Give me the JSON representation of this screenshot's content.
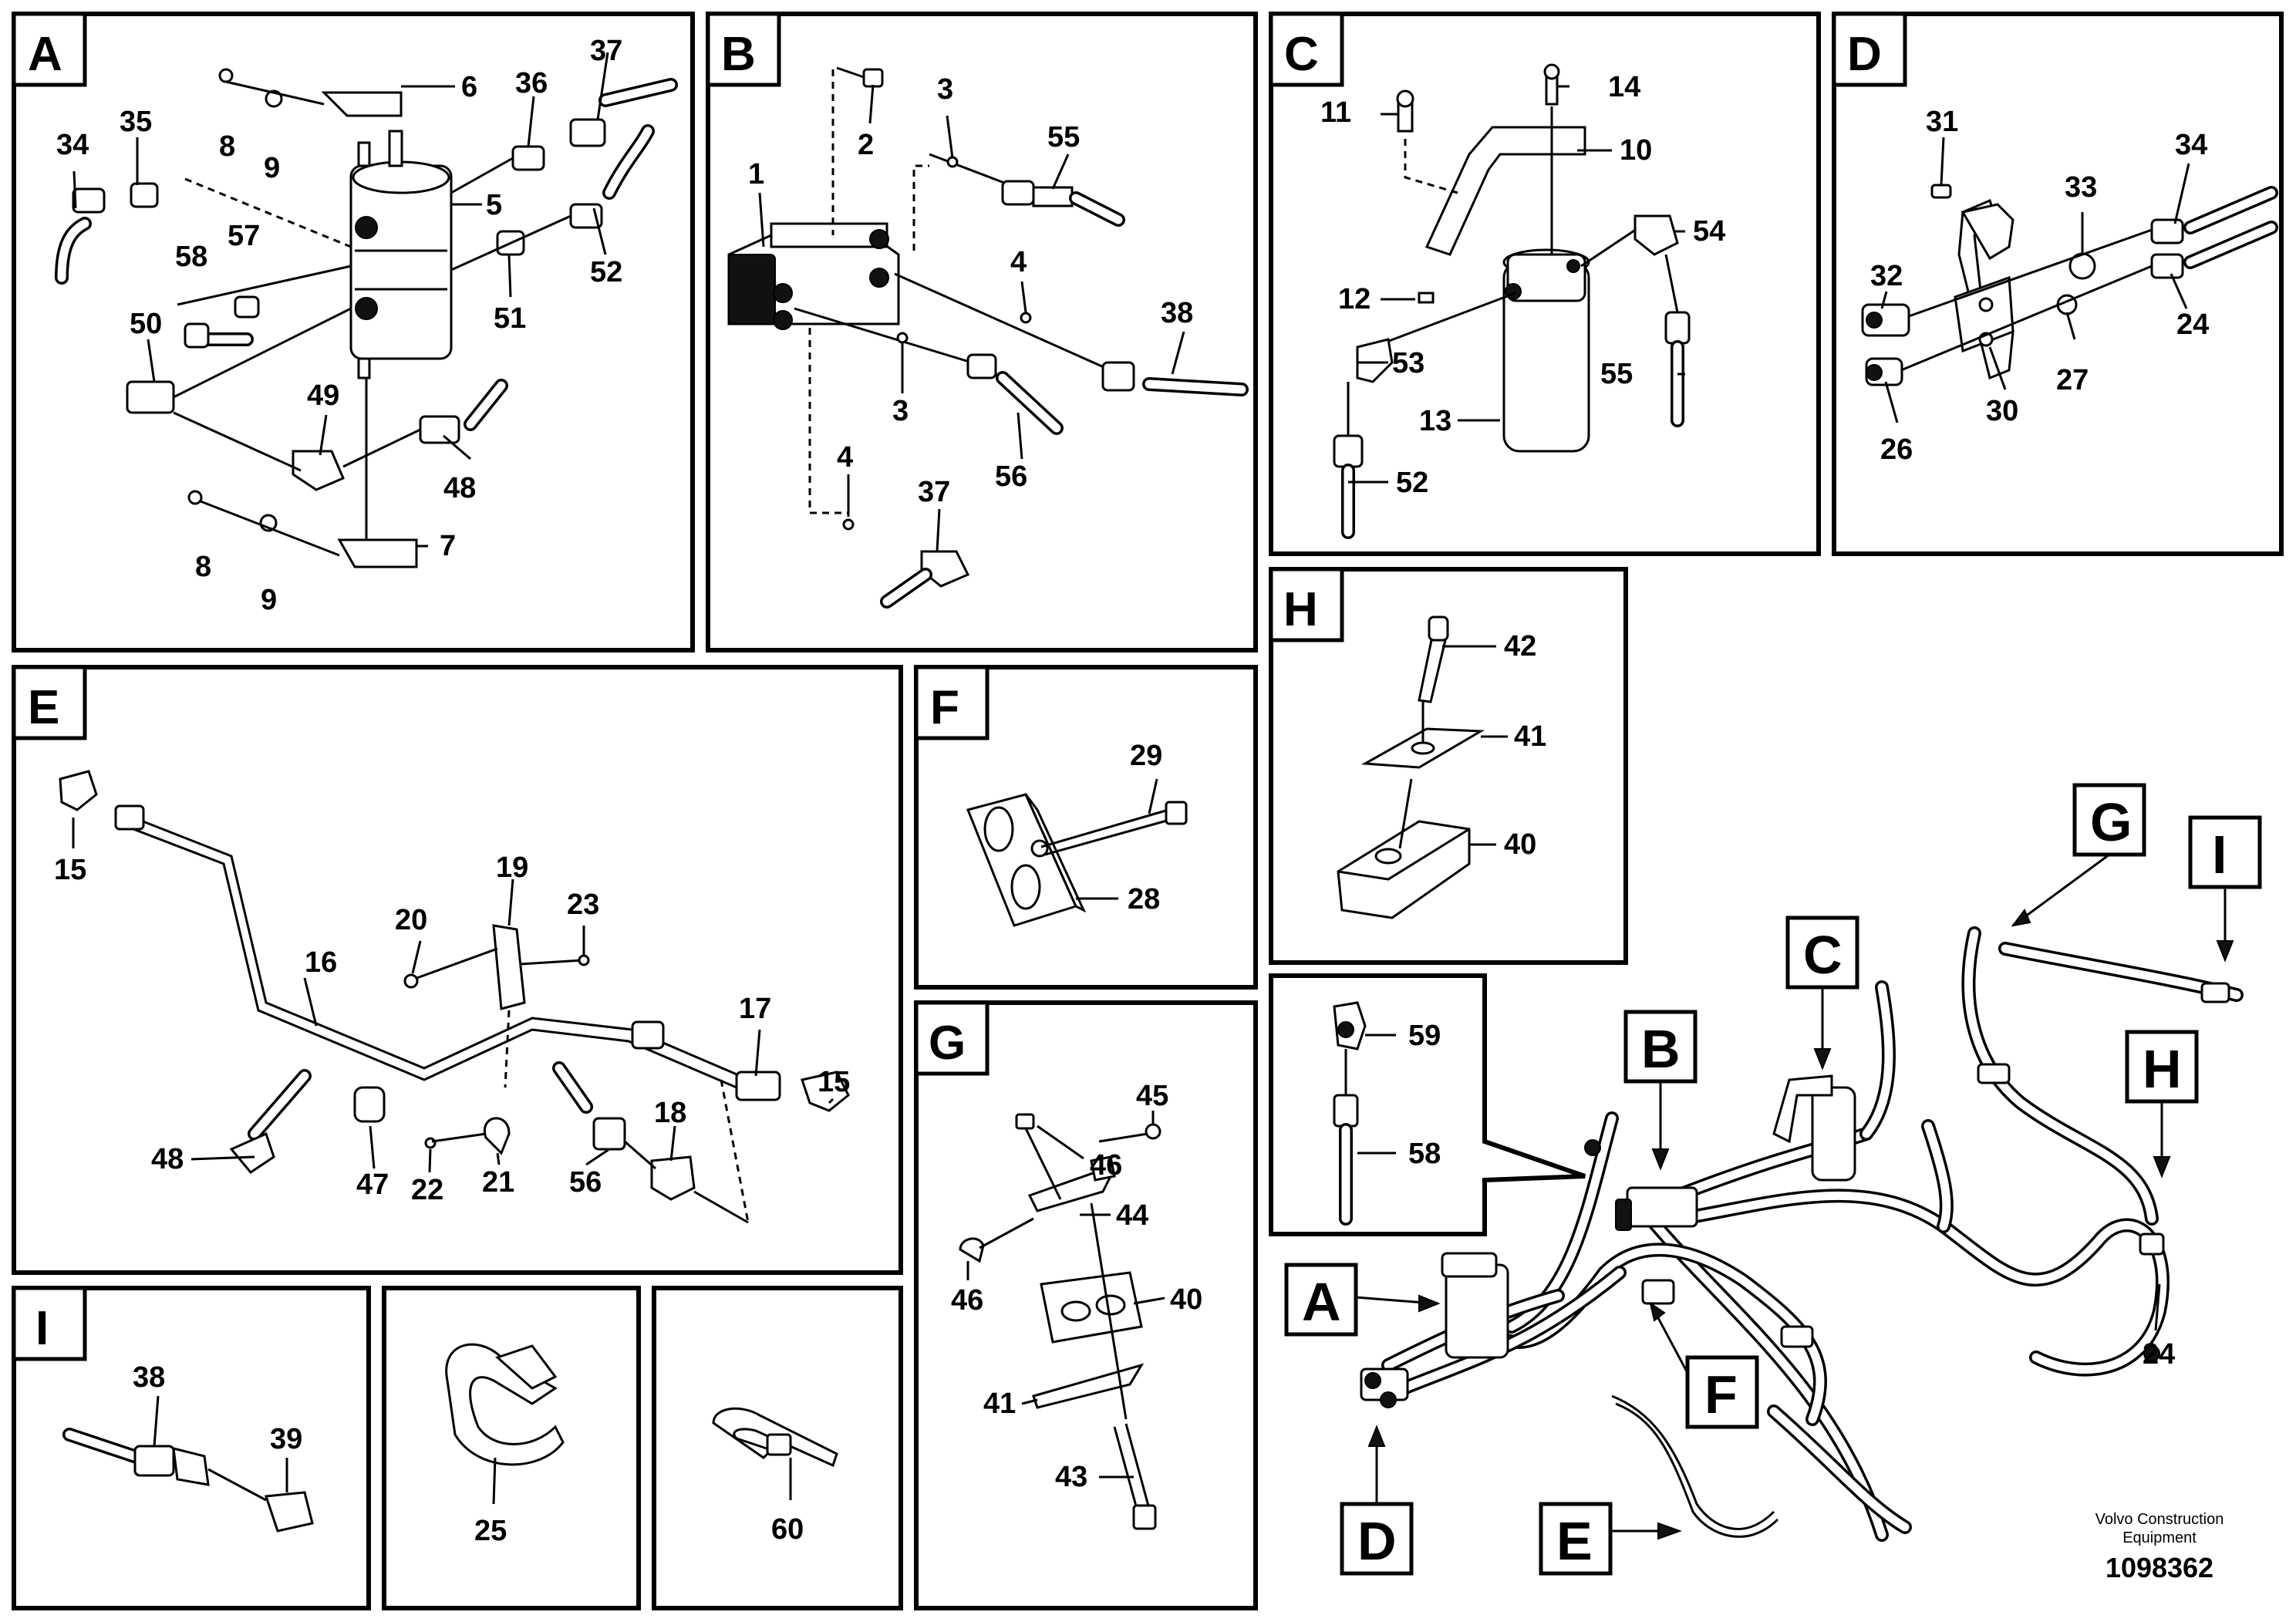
{
  "panels": {
    "A": {
      "letter": "A",
      "callouts": [
        "37",
        "36",
        "6",
        "34",
        "35",
        "8",
        "9",
        "5",
        "57",
        "58",
        "52",
        "51",
        "50",
        "49",
        "48",
        "8",
        "9",
        "7"
      ]
    },
    "B": {
      "letter": "B",
      "callouts": [
        "2",
        "3",
        "55",
        "1",
        "4",
        "38",
        "3",
        "56",
        "4",
        "37"
      ]
    },
    "C": {
      "letter": "C",
      "callouts": [
        "14",
        "11",
        "10",
        "54",
        "12",
        "53",
        "55",
        "13",
        "52"
      ]
    },
    "D": {
      "letter": "D",
      "callouts": [
        "31",
        "34",
        "33",
        "32",
        "24",
        "27",
        "30",
        "26"
      ]
    },
    "E": {
      "letter": "E",
      "callouts": [
        "15",
        "19",
        "23",
        "20",
        "16",
        "17",
        "15",
        "18",
        "48",
        "47",
        "22",
        "21",
        "56"
      ]
    },
    "F": {
      "letter": "F",
      "callouts": [
        "29",
        "28"
      ]
    },
    "G": {
      "letter": "G",
      "callouts": [
        "45",
        "46",
        "44",
        "40",
        "46",
        "41",
        "43"
      ]
    },
    "H": {
      "letter": "H",
      "callouts": [
        "42",
        "41",
        "40"
      ]
    },
    "detail": {
      "callouts": [
        "59",
        "58"
      ]
    },
    "I": {
      "letter": "I",
      "callouts": [
        "38",
        "39"
      ]
    },
    "P25": {
      "callouts": [
        "25"
      ]
    },
    "P60": {
      "callouts": [
        "60"
      ]
    }
  },
  "overview": {
    "tags": [
      "G",
      "I",
      "C",
      "B",
      "H",
      "A",
      "F",
      "D",
      "E"
    ],
    "callouts": [
      "24"
    ]
  },
  "footer": {
    "manufacturer": "Volvo Construction\nEquipment",
    "manufacturer_line1": "Volvo Construction",
    "manufacturer_line2": "Equipment",
    "document_number": "1098362"
  }
}
